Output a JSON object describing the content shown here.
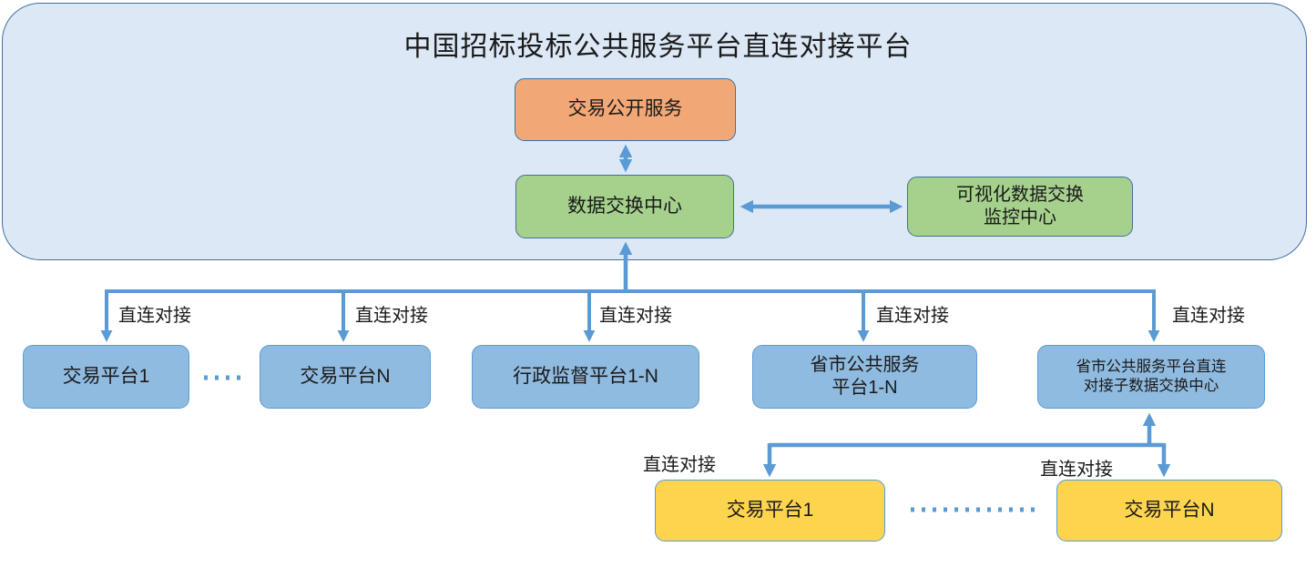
{
  "diagram": {
    "title": "中国招标投标公共服务平台直连对接平台",
    "link_label": "直连对接",
    "nodes": {
      "trade_public_service": {
        "label": "交易公开服务"
      },
      "data_exchange_center": {
        "label": "数据交换中心"
      },
      "monitor_center": {
        "lines": [
          "可视化数据交换",
          "监控中心"
        ]
      },
      "trading_platform_1": {
        "label": "交易平台1"
      },
      "trading_platform_n": {
        "label": "交易平台N"
      },
      "admin_supervision": {
        "label": "行政监督平台1-N"
      },
      "provincial_service": {
        "lines": [
          "省市公共服务",
          "平台1-N"
        ]
      },
      "provincial_sub_exchange": {
        "lines": [
          "省市公共服务平台直连",
          "对接子数据交换中心"
        ]
      },
      "sub_trading_platform_1": {
        "label": "交易平台1"
      },
      "sub_trading_platform_n": {
        "label": "交易平台N"
      }
    },
    "colors": {
      "container_fill": "#dce8f5",
      "container_border": "#41719c",
      "orange": "#f2a876",
      "green": "#a5d18c",
      "blue": "#90bbe0",
      "yellow": "#fdd44e",
      "arrow": "#5b9bd5"
    }
  }
}
